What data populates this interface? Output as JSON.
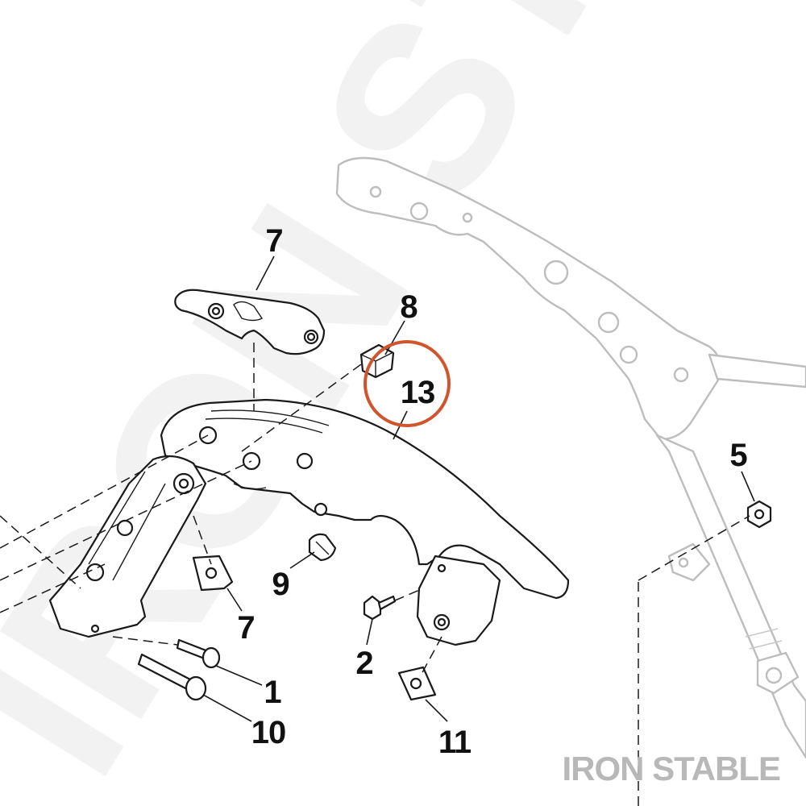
{
  "diagram": {
    "brand_watermark": "IRON STABLE",
    "background_watermark": "IRON STAR",
    "callouts": [
      {
        "id": "c1",
        "label": "1"
      },
      {
        "id": "c2",
        "label": "2"
      },
      {
        "id": "c5",
        "label": "5"
      },
      {
        "id": "c7a",
        "label": "7"
      },
      {
        "id": "c7b",
        "label": "7"
      },
      {
        "id": "c8",
        "label": "8"
      },
      {
        "id": "c9",
        "label": "9"
      },
      {
        "id": "c10",
        "label": "10"
      },
      {
        "id": "c11",
        "label": "11"
      },
      {
        "id": "c13",
        "label": "13"
      }
    ],
    "highlighted_callout": "13",
    "colors": {
      "highlight": "#d0542c",
      "ink": "#1a1a1a",
      "ghost": "#bdbdbd",
      "brand": "#b8b8b8"
    }
  }
}
